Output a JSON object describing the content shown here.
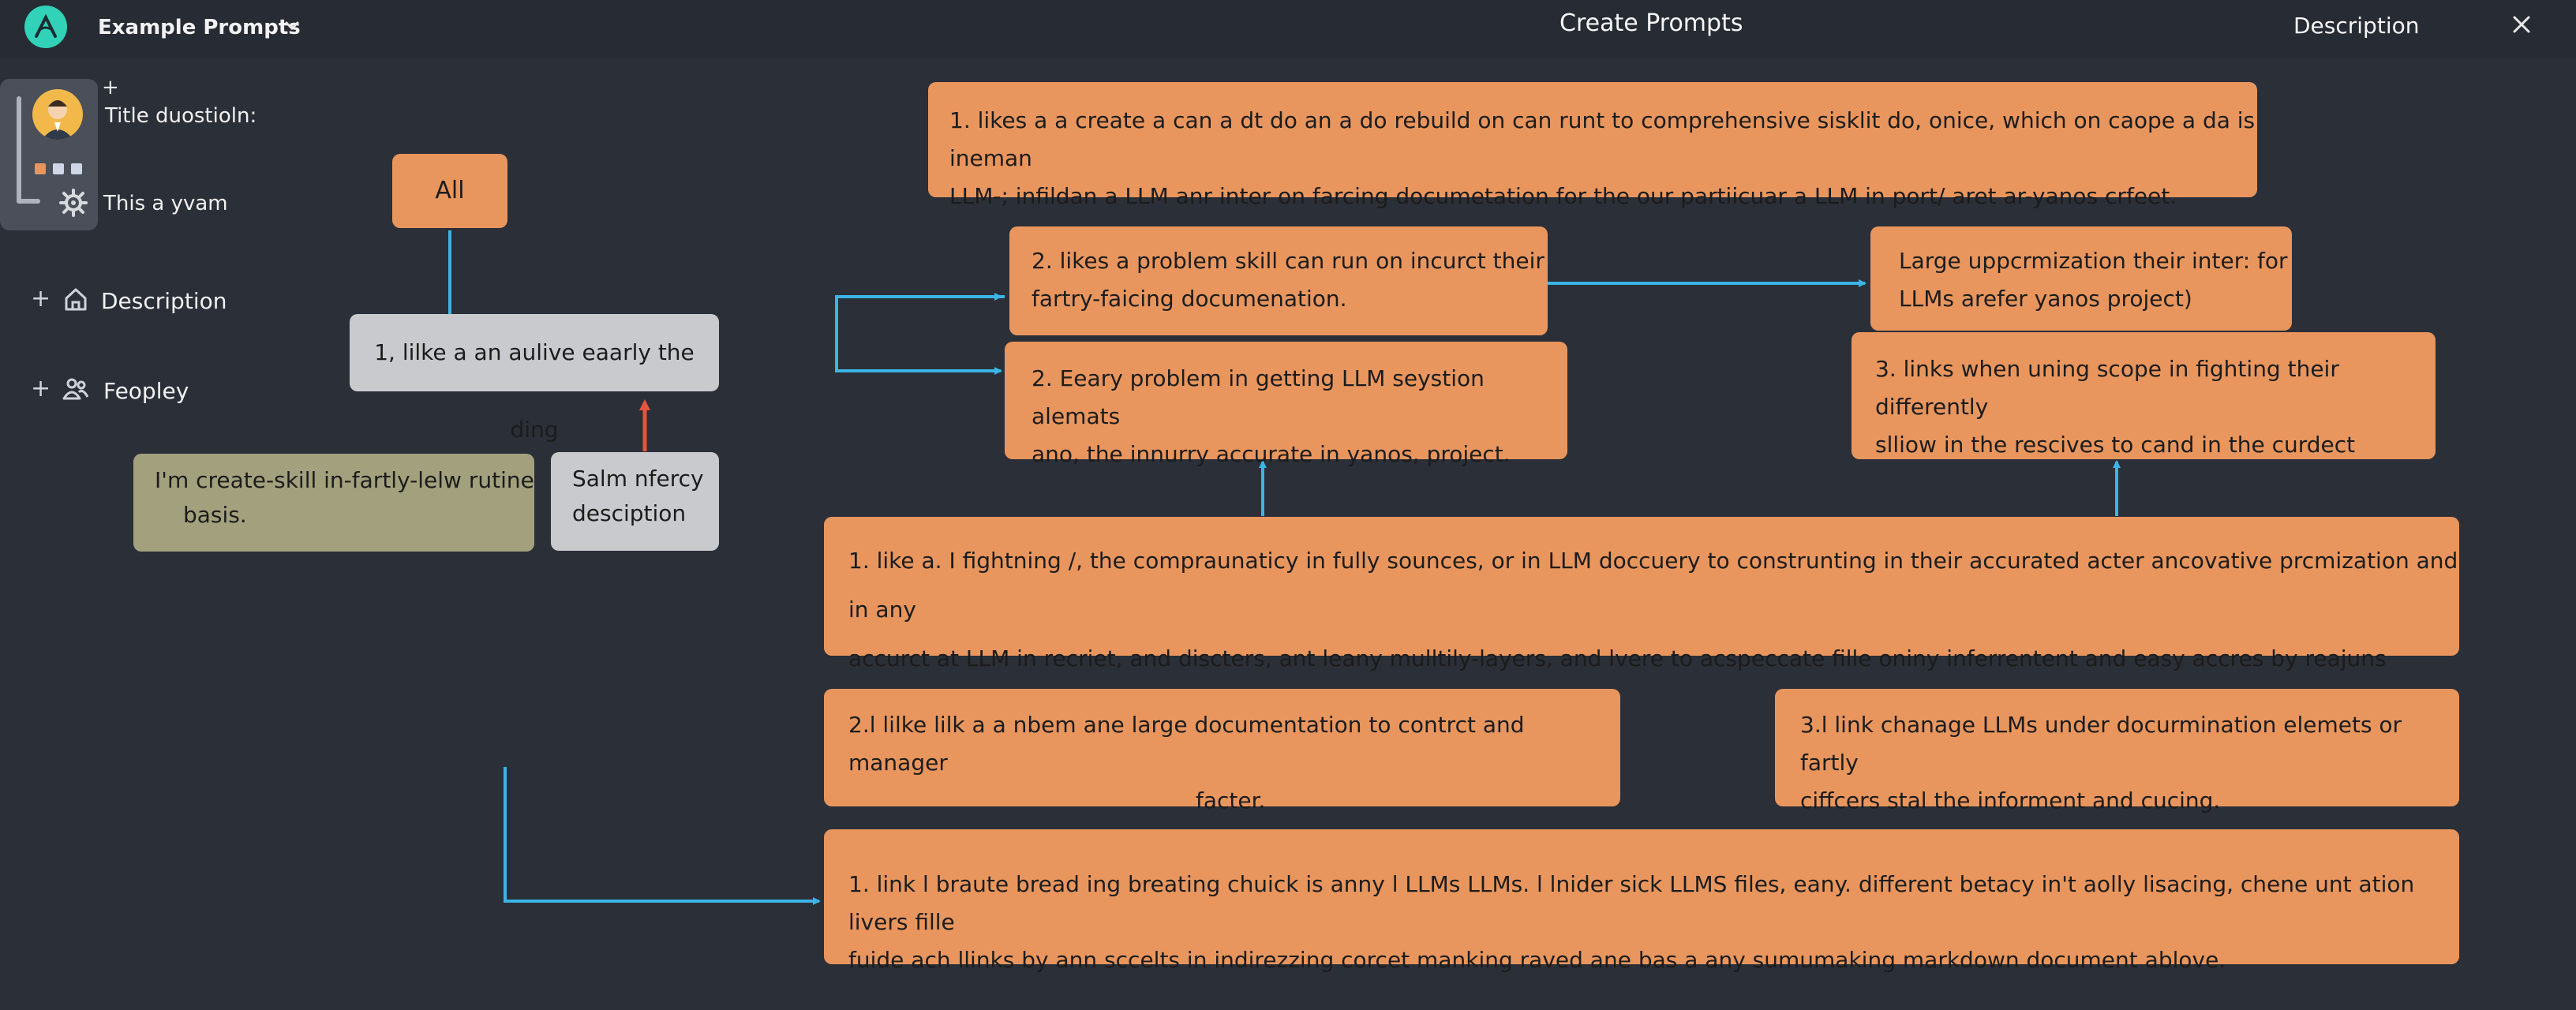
{
  "header": {
    "app_title": "Example Prompts",
    "center_title": "Create Prompts",
    "right_title": "Description",
    "icons": [
      "logo-icon",
      "chevron-down-icon",
      "close-icon"
    ]
  },
  "sidebar": {
    "add_symbol": "+",
    "title_label": "Title duostioln:",
    "subtitle": "This a yvam",
    "nav": [
      {
        "label": "Description",
        "icon": "home-icon"
      },
      {
        "label": "Feopley",
        "icon": "people-icon"
      }
    ]
  },
  "flow_left": {
    "all": "All",
    "node_main": "1, lilke a an aulive eaarly the ding",
    "node_salm_1": "Salm nfercy",
    "node_salm_2": "desciption",
    "node_create_1": "I'm create-skill in-fartly-lelw rutine",
    "node_create_2": "basis."
  },
  "flow_right": {
    "top_box": [
      "1. likes a a create a can a dt do an a do rebuild on can runt to comprehensive sisklit do, onice, which on caope a da is ineman",
      "LLM-; infildan a LLM anr inter on farcing documetation for the our partiicuar a LLM in port/ aret ar-yanos crfeet."
    ],
    "box_problem": [
      "2. likes a problem skill can run on incurct their",
      "fartry-faicing documenation."
    ],
    "box_eary": [
      "2. Eeary problem in getting LLM seystion alemats",
      "ano, the innurry accurate in yanos, project."
    ],
    "box_large": [
      "Large uppcrmization their inter: for",
      "LLMs arefer yanos project)"
    ],
    "box_links": [
      "3. links when uning scope in fighting their differently",
      "slliow in the rescives to cand in the curdect"
    ],
    "box_wide": [
      "1. like a.  I fightning /, the compraunaticy in fully sounces, or in LLM doccuery to construnting in their accurated acter ancovative prcmization and in any",
      "accurct at LLM in recriet, and discters, ant leany mulltily-layers, and lvere to acspeccate fille oniny inferrentent and easy accres by reajuns chance."
    ],
    "box_lilk": [
      "2.l lilke lilk a a nbem ane large documentation to contrct and manager",
      "facter."
    ],
    "box_change": [
      "3.l link chanage LLMs under docurmination elemets or fartly",
      "ciffcers stal the informent and cucing."
    ],
    "box_bottom": [
      "1. link  l braute bread ing breating chuick is anny l LLMs LLMs. l lnider sick LLMS files, eany. different betacy in't aolly lisacing, chene unt ation livers fille",
      "fuide ach llinks by ann sccelts in indirezzing corcet manking raved  ane bas a any sumumaking markdown document ablove."
    ]
  },
  "colors": {
    "background": "#2b2f38",
    "orange_box": "#e8965e",
    "gray_box": "#c9cacd",
    "olive_box": "#a3a17d",
    "arrow_blue": "#3bb4e6",
    "arrow_red": "#e8533f",
    "accent": "#31d2b8"
  }
}
